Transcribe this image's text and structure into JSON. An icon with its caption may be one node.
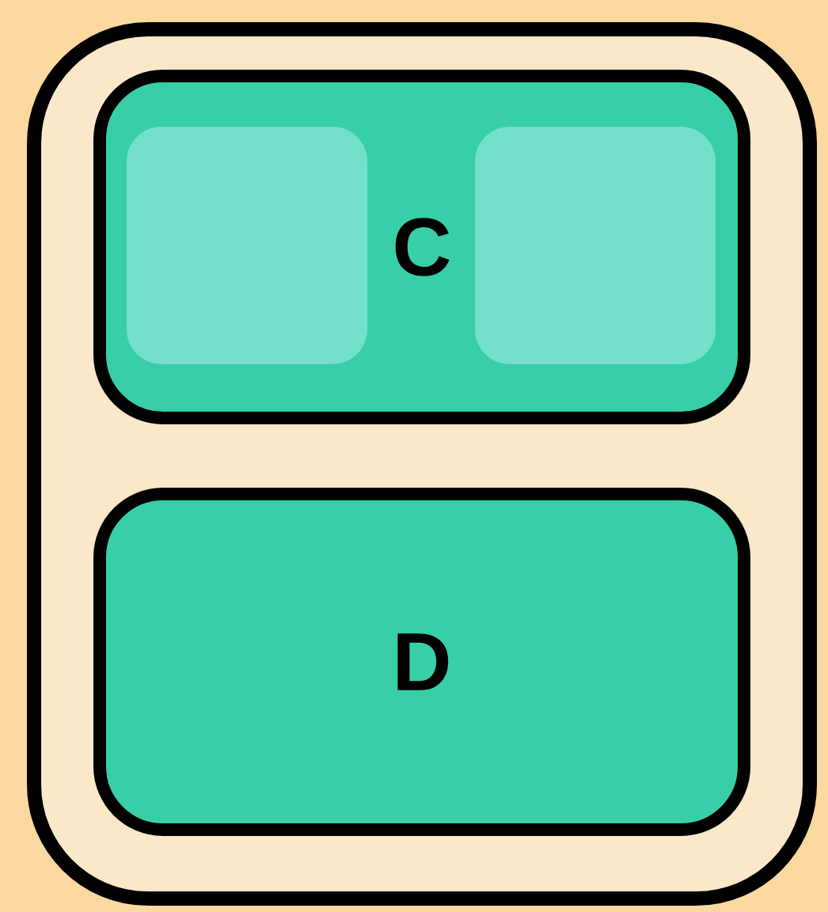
{
  "diagram": {
    "nodes": [
      {
        "text": [],
        "shape": "box"
      },
      {
        "text": [
          "C"
        ],
        "in": 0
      },
      {
        "text": [],
        "shape": "box",
        "in": 1
      },
      {
        "text": [],
        "shape": "box",
        "in": 1
      },
      {
        "text": [
          "D"
        ],
        "in": 0
      }
    ]
  }
}
